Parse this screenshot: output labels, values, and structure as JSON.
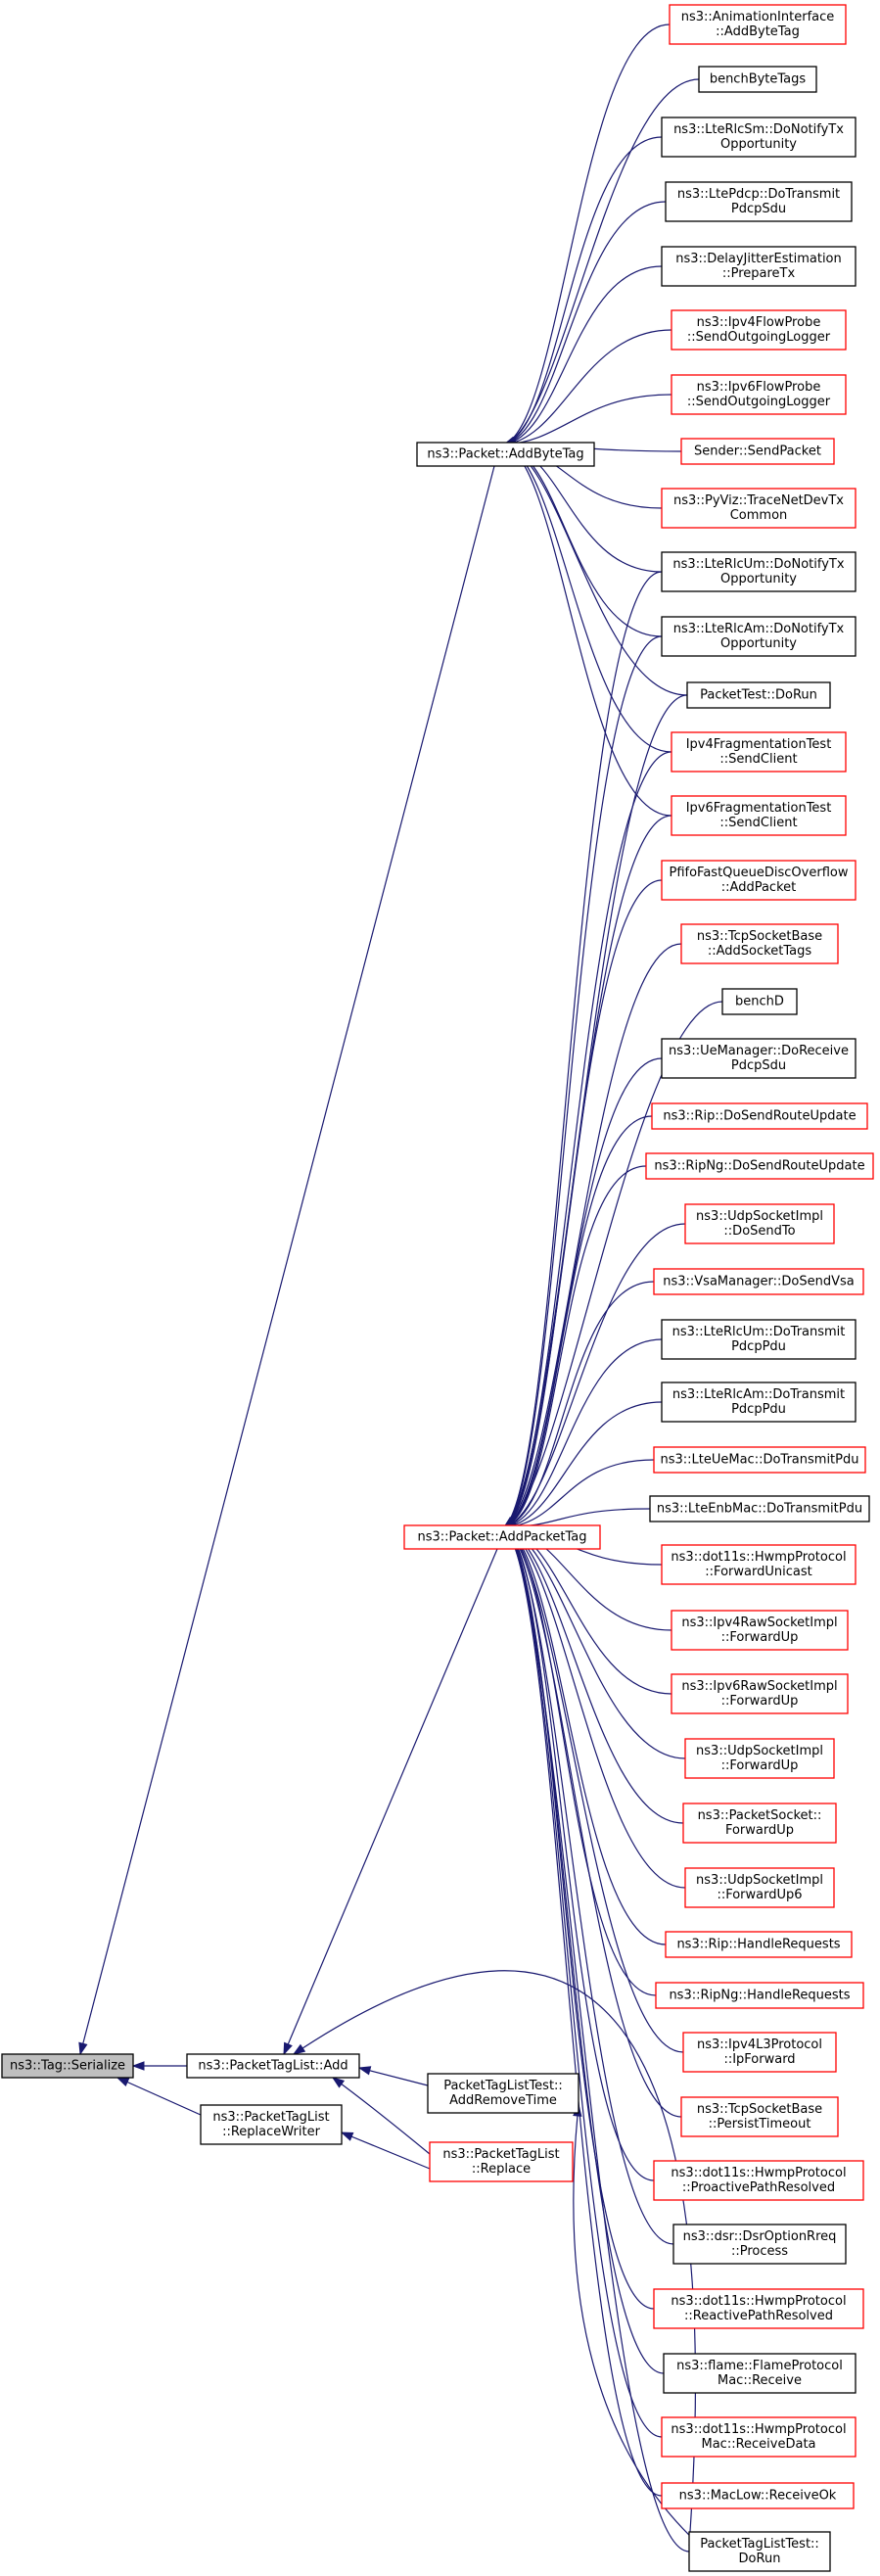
{
  "graph": {
    "colors": {
      "edge": "#191970",
      "border_red": "#ff0000",
      "border_black": "#000000",
      "root_fill": "#bfbfbf"
    },
    "nodes": [
      {
        "id": "tag_serialize",
        "lines": [
          "ns3::Tag::Serialize"
        ],
        "border": "gray"
      },
      {
        "id": "ptl_add",
        "lines": [
          "ns3::PacketTagList::Add"
        ],
        "border": "black"
      },
      {
        "id": "ptl_replacewriter",
        "lines": [
          "ns3::PacketTagList",
          "::ReplaceWriter"
        ],
        "border": "black"
      },
      {
        "id": "addbytetag",
        "lines": [
          "ns3::Packet::AddByteTag"
        ],
        "border": "black"
      },
      {
        "id": "addpackettag",
        "lines": [
          "ns3::Packet::AddPacketTag"
        ],
        "border": "red"
      },
      {
        "id": "ptlt_addremove",
        "lines": [
          "PacketTagListTest::",
          "AddRemoveTime"
        ],
        "border": "black"
      },
      {
        "id": "ptl_replace",
        "lines": [
          "ns3::PacketTagList",
          "::Replace"
        ],
        "border": "red"
      },
      {
        "id": "anim_addbytetag",
        "lines": [
          "ns3::AnimationInterface",
          "::AddByteTag"
        ],
        "border": "red"
      },
      {
        "id": "benchbytetags",
        "lines": [
          "benchByteTags"
        ],
        "border": "black"
      },
      {
        "id": "ltercltm",
        "lines": [
          "ns3::LteRlcSm::DoNotifyTx",
          "Opportunity"
        ],
        "border": "black"
      },
      {
        "id": "ltepdcp",
        "lines": [
          "ns3::LtePdcp::DoTransmit",
          "PdcpSdu"
        ],
        "border": "black"
      },
      {
        "id": "delayjitter",
        "lines": [
          "ns3::DelayJitterEstimation",
          "::PrepareTx"
        ],
        "border": "black"
      },
      {
        "id": "ipv4flowprobe",
        "lines": [
          "ns3::Ipv4FlowProbe",
          "::SendOutgoingLogger"
        ],
        "border": "red"
      },
      {
        "id": "ipv6flowprobe",
        "lines": [
          "ns3::Ipv6FlowProbe",
          "::SendOutgoingLogger"
        ],
        "border": "red"
      },
      {
        "id": "sender_sendpacket",
        "lines": [
          "Sender::SendPacket"
        ],
        "border": "red"
      },
      {
        "id": "pyviz",
        "lines": [
          "ns3::PyViz::TraceNetDevTx",
          "Common"
        ],
        "border": "red"
      },
      {
        "id": "ltercum_notify",
        "lines": [
          "ns3::LteRlcUm::DoNotifyTx",
          "Opportunity"
        ],
        "border": "black"
      },
      {
        "id": "ltercam_notify",
        "lines": [
          "ns3::LteRlcAm::DoNotifyTx",
          "Opportunity"
        ],
        "border": "black"
      },
      {
        "id": "packettest_dorun",
        "lines": [
          "PacketTest::DoRun"
        ],
        "border": "black"
      },
      {
        "id": "ipv4frag",
        "lines": [
          "Ipv4FragmentationTest",
          "::SendClient"
        ],
        "border": "red"
      },
      {
        "id": "ipv6frag",
        "lines": [
          "Ipv6FragmentationTest",
          "::SendClient"
        ],
        "border": "red"
      },
      {
        "id": "pfifo",
        "lines": [
          "PfifoFastQueueDiscOverflow",
          "::AddPacket"
        ],
        "border": "red"
      },
      {
        "id": "tcpsocketbase_tags",
        "lines": [
          "ns3::TcpSocketBase",
          "::AddSocketTags"
        ],
        "border": "red"
      },
      {
        "id": "benchd",
        "lines": [
          "benchD"
        ],
        "border": "black"
      },
      {
        "id": "uemanager",
        "lines": [
          "ns3::UeManager::DoReceive",
          "PdcpSdu"
        ],
        "border": "black"
      },
      {
        "id": "rip_sendroute",
        "lines": [
          "ns3::Rip::DoSendRouteUpdate"
        ],
        "border": "red"
      },
      {
        "id": "ripng_sendroute",
        "lines": [
          "ns3::RipNg::DoSendRouteUpdate"
        ],
        "border": "red"
      },
      {
        "id": "udpsocketimpl_sendto",
        "lines": [
          "ns3::UdpSocketImpl",
          "::DoSendTo"
        ],
        "border": "red"
      },
      {
        "id": "vsamanager",
        "lines": [
          "ns3::VsaManager::DoSendVsa"
        ],
        "border": "red"
      },
      {
        "id": "ltercum_transmit",
        "lines": [
          "ns3::LteRlcUm::DoTransmit",
          "PdcpPdu"
        ],
        "border": "black"
      },
      {
        "id": "ltercam_transmit",
        "lines": [
          "ns3::LteRlcAm::DoTransmit",
          "PdcpPdu"
        ],
        "border": "black"
      },
      {
        "id": "lteuemac",
        "lines": [
          "ns3::LteUeMac::DoTransmitPdu"
        ],
        "border": "red"
      },
      {
        "id": "lteenbmac",
        "lines": [
          "ns3::LteEnbMac::DoTransmitPdu"
        ],
        "border": "black"
      },
      {
        "id": "hwmp_fwdunicast",
        "lines": [
          "ns3::dot11s::HwmpProtocol",
          "::ForwardUnicast"
        ],
        "border": "red"
      },
      {
        "id": "ipv4raw_fwdup",
        "lines": [
          "ns3::Ipv4RawSocketImpl",
          "::ForwardUp"
        ],
        "border": "red"
      },
      {
        "id": "ipv6raw_fwdup",
        "lines": [
          "ns3::Ipv6RawSocketImpl",
          "::ForwardUp"
        ],
        "border": "red"
      },
      {
        "id": "udpsocketimpl_fwdup",
        "lines": [
          "ns3::UdpSocketImpl",
          "::ForwardUp"
        ],
        "border": "red"
      },
      {
        "id": "packetsocket_fwdup",
        "lines": [
          "ns3::PacketSocket::",
          "ForwardUp"
        ],
        "border": "red"
      },
      {
        "id": "udpsocketimpl_fwdup6",
        "lines": [
          "ns3::UdpSocketImpl",
          "::ForwardUp6"
        ],
        "border": "red"
      },
      {
        "id": "rip_handle",
        "lines": [
          "ns3::Rip::HandleRequests"
        ],
        "border": "red"
      },
      {
        "id": "ripng_handle",
        "lines": [
          "ns3::RipNg::HandleRequests"
        ],
        "border": "red"
      },
      {
        "id": "ipv4l3_ipforward",
        "lines": [
          "ns3::Ipv4L3Protocol",
          "::IpForward"
        ],
        "border": "red"
      },
      {
        "id": "tcpsocketbase_persist",
        "lines": [
          "ns3::TcpSocketBase",
          "::PersistTimeout"
        ],
        "border": "red"
      },
      {
        "id": "hwmp_proactive",
        "lines": [
          "ns3::dot11s::HwmpProtocol",
          "::ProactivePathResolved"
        ],
        "border": "red"
      },
      {
        "id": "dsr_process",
        "lines": [
          "ns3::dsr::DsrOptionRreq",
          "::Process"
        ],
        "border": "black"
      },
      {
        "id": "hwmp_reactive",
        "lines": [
          "ns3::dot11s::HwmpProtocol",
          "::ReactivePathResolved"
        ],
        "border": "red"
      },
      {
        "id": "flame_receive",
        "lines": [
          "ns3::flame::FlameProtocol",
          "Mac::Receive"
        ],
        "border": "black"
      },
      {
        "id": "hwmp_receivedata",
        "lines": [
          "ns3::dot11s::HwmpProtocol",
          "Mac::ReceiveData"
        ],
        "border": "red"
      },
      {
        "id": "maclow_receiveok",
        "lines": [
          "ns3::MacLow::ReceiveOk"
        ],
        "border": "red"
      },
      {
        "id": "ptlt_dorun",
        "lines": [
          "PacketTagListTest::",
          "DoRun"
        ],
        "border": "black"
      }
    ]
  }
}
